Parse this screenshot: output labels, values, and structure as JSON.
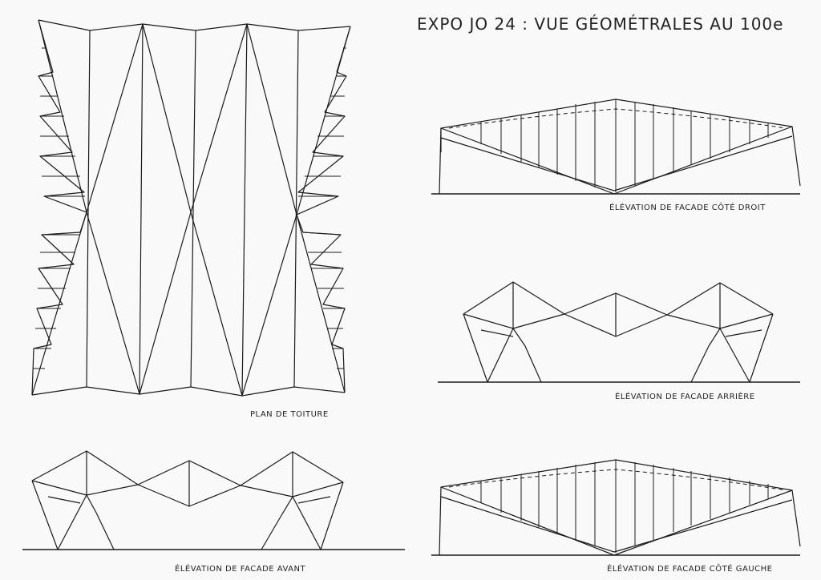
{
  "title": "EXPO JO 24 : VUE GÉOMÉTRALES AU 100e",
  "labels": {
    "roof_plan": "PLAN DE TOITURE",
    "front": "ÉLÉVATION DE FACADE AVANT",
    "right": "ÉLÉVATION DE FACADE CÔTÉ DROIT",
    "rear": "ÉLÉVATION DE FACADE ARRIÈRE",
    "left": "ÉLÉVATION DE FACADE CÔTÉ GAUCHE"
  }
}
